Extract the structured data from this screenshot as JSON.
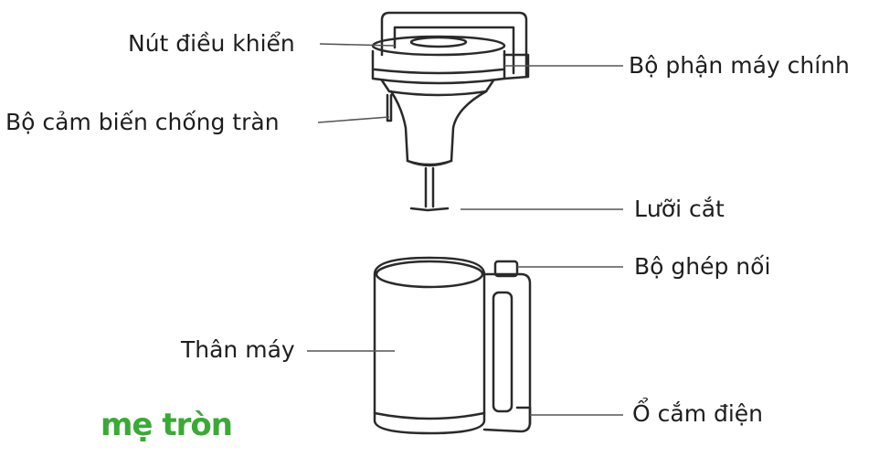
{
  "labels": {
    "control_button": "Nút điều khiển",
    "main_unit": "Bộ phận máy chính",
    "overflow_sensor": "Bộ cảm biến chống tràn",
    "blade": "Lưỡi cắt",
    "coupler": "Bộ ghép nối",
    "body": "Thân máy",
    "power_socket": "Ổ cắm điện"
  },
  "logo": {
    "text": "mẹ tròn",
    "color": "#3aaa35",
    "accent": "#e5332a"
  },
  "colors": {
    "line": "#2a2a2a",
    "leader": "#555555",
    "text": "#1e1e1e"
  }
}
